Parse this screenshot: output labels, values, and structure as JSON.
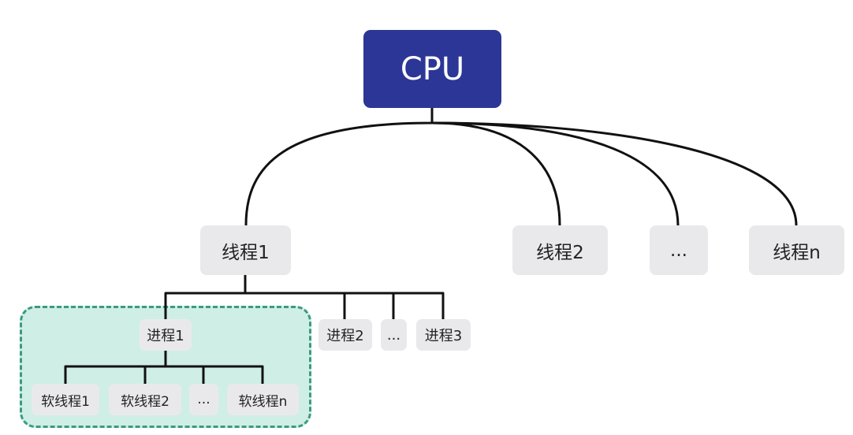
{
  "cpu": {
    "label": "CPU"
  },
  "threads": [
    "线程1",
    "线程2",
    "...",
    "线程n"
  ],
  "processes": [
    "进程1",
    "进程2",
    "...",
    "进程3"
  ],
  "soft_threads": [
    "软线程1",
    "软线程2",
    "...",
    "软线程n"
  ],
  "colors": {
    "cpu_fill": "#2c3696",
    "node_fill": "#e9e9ec",
    "group_fill": "#cfeee6",
    "group_border": "#3a9b80",
    "connector": "#111111"
  }
}
